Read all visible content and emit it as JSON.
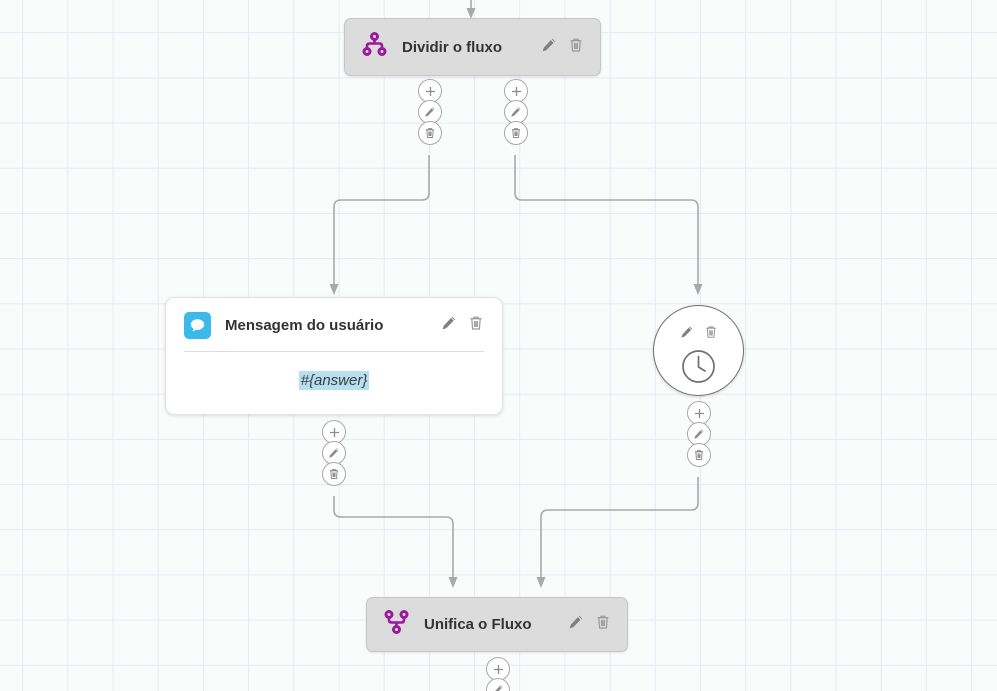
{
  "canvas": {
    "grid_color": "#e6eaf2",
    "background_color": "#fafbfb"
  },
  "colors": {
    "flow_node_purple": "#9c189c",
    "message_icon_blue": "#3bb9e8",
    "variable_highlight": "#b6dff0",
    "node_gray": "#dcdcdc",
    "edge_gray": "#a9a9a9",
    "title_text": "#333333"
  },
  "nodes": [
    {
      "id": "split",
      "type": "flow-split",
      "title": "Dividir o fluxo",
      "icon": "split-flow-icon",
      "edit_icon": "pencil-icon",
      "delete_icon": "trash-icon"
    },
    {
      "id": "user-message",
      "type": "message-card",
      "title": "Mensagem do usuário",
      "icon": "chat-bubble-icon",
      "edit_icon": "pencil-icon",
      "delete_icon": "trash-icon",
      "variable": "#{answer}"
    },
    {
      "id": "timer",
      "type": "timer-circle",
      "icon": "clock-icon",
      "edit_icon": "pencil-icon",
      "delete_icon": "trash-icon"
    },
    {
      "id": "merge",
      "type": "flow-merge",
      "title": "Unifica o Fluxo",
      "icon": "merge-flow-icon",
      "edit_icon": "pencil-icon",
      "delete_icon": "trash-icon"
    }
  ],
  "port_actions": {
    "add": "plus-icon",
    "edit": "pencil-icon",
    "delete": "trash-icon"
  }
}
